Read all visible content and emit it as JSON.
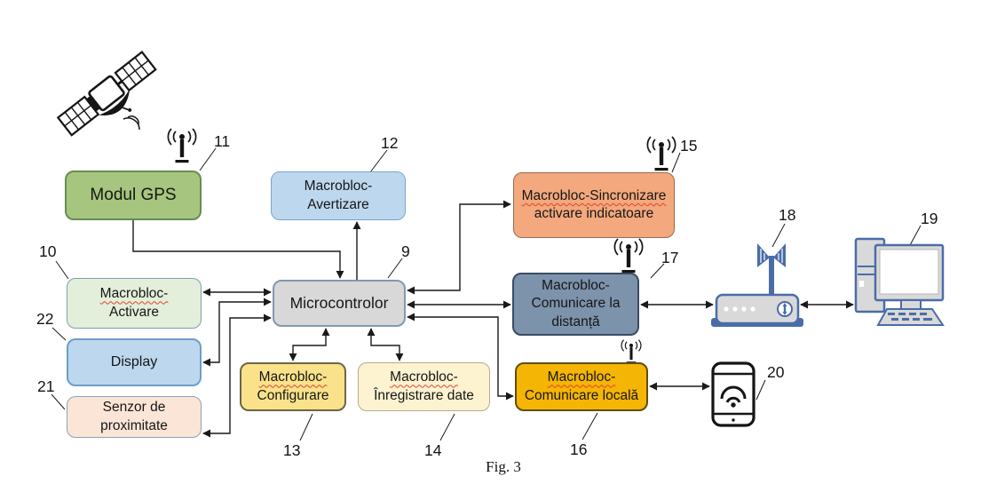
{
  "figure_caption": "Fig. 3",
  "blocks": {
    "modul_gps": {
      "label": "Modul GPS",
      "ref": "11",
      "color": "#a6c57e"
    },
    "macrobloc_avertizare": {
      "line1": "Macrobloc-",
      "line2": "Avertizare",
      "ref": "12",
      "color": "#bdd7ee"
    },
    "macrobloc_sincronizare": {
      "line1": "Macrobloc-Sincronizare",
      "line2": "activare indicatoare",
      "ref": "15",
      "color": "#f3a87d"
    },
    "microcontrolor": {
      "label": "Microcontrolor",
      "ref": "9",
      "color": "#d8d8d8"
    },
    "macrobloc_activare": {
      "line1": "Macrobloc-",
      "line2": "Activare",
      "ref": "10",
      "color": "#e3efda"
    },
    "display": {
      "label": "Display",
      "ref": "22",
      "color": "#bdd7ee"
    },
    "senzor_proximitate": {
      "line1": "Senzor de",
      "line2": "proximitate",
      "ref": "21",
      "color": "#fbe5d7"
    },
    "macrobloc_configurare": {
      "line1": "Macrobloc-",
      "line2": "Configurare",
      "ref": "13",
      "color": "#fae28b"
    },
    "macrobloc_inregistrare": {
      "line1": "Macrobloc-",
      "line2": "Înregistrare date",
      "ref": "14",
      "color": "#fdf3d1"
    },
    "comunicare_distanta": {
      "line1": "Macrobloc-",
      "line2": "Comunicare la",
      "line3": "distanță",
      "ref": "17",
      "color": "#7d92ab"
    },
    "comunicare_locala": {
      "line1": "Macrobloc-",
      "line2": "Comunicare locală",
      "ref": "16",
      "color": "#f5b504"
    }
  },
  "devices": {
    "router": {
      "ref": "18",
      "icon": "router-icon",
      "color": "#4a6da8"
    },
    "computer": {
      "ref": "19",
      "icon": "computer-icon",
      "color": "#4a6da8"
    },
    "smartphone": {
      "ref": "20",
      "icon": "smartphone-icon",
      "color": "#151515"
    },
    "satellite": {
      "icon": "satellite-icon",
      "color": "#151515"
    },
    "antenna": {
      "icon": "antenna-icon",
      "color": "#151515"
    }
  }
}
